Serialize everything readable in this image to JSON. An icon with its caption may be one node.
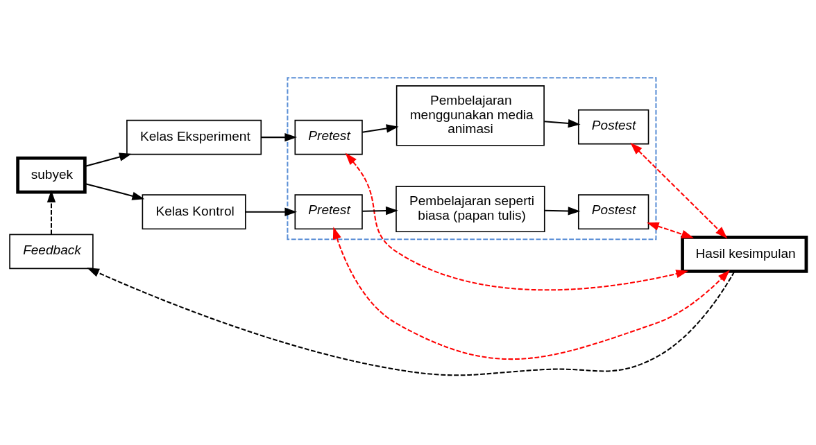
{
  "diagram": {
    "nodes": [
      {
        "text": [
          "subyek"
        ]
      },
      {
        "text": [
          "Kelas Eksperiment"
        ]
      },
      {
        "text": [
          "Kelas Kontrol"
        ]
      },
      {
        "text": [],
        "shape": "box"
      },
      {
        "text": [
          "Pretest"
        ],
        "in": 3
      },
      {
        "text": [
          "Pembelajaran menggunakan media animasi"
        ],
        "in": 3
      },
      {
        "text": [
          "Postest"
        ],
        "in": 3
      },
      {
        "text": [
          "Pretest"
        ],
        "in": 3
      },
      {
        "text": [
          "Pembelajaran seperti biasa (papan tulis)"
        ],
        "in": 3
      },
      {
        "text": [
          "Postest"
        ],
        "in": 3
      },
      {
        "text": [
          "Hasil kesimpulan"
        ]
      },
      {
        "text": [
          "Feedback"
        ]
      }
    ],
    "edges": [
      {
        "from": 0,
        "to": 1,
        "arrow": "to"
      },
      {
        "from": 0,
        "to": 2,
        "arrow": "to"
      },
      {
        "from": 1,
        "to": 4,
        "arrow": "to"
      },
      {
        "from": 2,
        "to": 7,
        "arrow": "to"
      },
      {
        "from": 4,
        "to": 5,
        "arrow": "to"
      },
      {
        "from": 5,
        "to": 6,
        "arrow": "to"
      },
      {
        "from": 7,
        "to": 8,
        "arrow": "to"
      },
      {
        "from": 8,
        "to": 9,
        "arrow": "to"
      },
      {
        "from": 4,
        "to": 10,
        "arrow": "both",
        "style": "dashed",
        "color": "#ff0000"
      },
      {
        "from": 6,
        "to": 10,
        "arrow": "both",
        "style": "dashed",
        "color": "#ff0000"
      },
      {
        "from": 7,
        "to": 10,
        "arrow": "both",
        "style": "dashed",
        "color": "#ff0000"
      },
      {
        "from": 9,
        "to": 10,
        "arrow": "both",
        "style": "dashed",
        "color": "#ff0000"
      },
      {
        "from": 10,
        "to": 11,
        "arrow": "to",
        "style": "dashed"
      },
      {
        "from": 11,
        "to": 0,
        "arrow": "to",
        "style": "dashed"
      }
    ]
  }
}
